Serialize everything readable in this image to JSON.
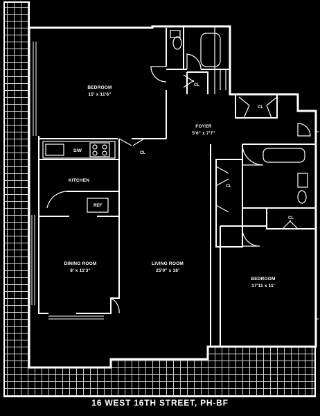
{
  "plan": {
    "title": "16 WEST 16TH STREET, PH-BF",
    "rooms": {
      "bedroom_1": {
        "name": "BEDROOM",
        "dims": "15' x 11'6\""
      },
      "foyer": {
        "name": "FOYER",
        "dims": "5'6\" x 7'7\""
      },
      "kitchen": {
        "name": "KITCHEN"
      },
      "dining": {
        "name": "DINING ROOM",
        "dims": "8' x 11'3\""
      },
      "living": {
        "name": "LIVING ROOM",
        "dims": "25'0\" x 18'"
      },
      "bedroom_2": {
        "name": "BEDROOM",
        "dims": "17'11 x 11'"
      }
    },
    "closets": {
      "cl_bath": "CL",
      "cl_foyer": "CL",
      "cl_bedroom1": "CL",
      "cl_hall": "CL",
      "cl_bedroom2": "CL"
    },
    "fixtures": {
      "dw": "D/W",
      "ref": "REF"
    }
  }
}
